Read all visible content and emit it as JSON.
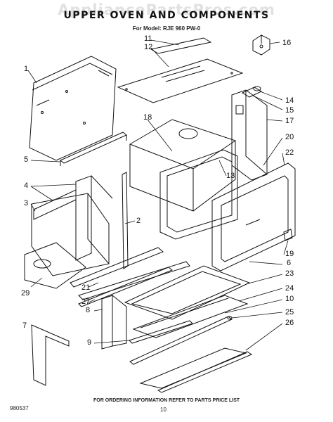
{
  "header": {
    "watermark": "AppliancePartsPros.com",
    "title": "UPPER OVEN AND COMPONENTS",
    "model_line": "For Model: RJE 960 PW-0"
  },
  "footer": {
    "ordering_note": "FOR ORDERING INFORMATION REFER TO PARTS PRICE LIST",
    "doc_number": "980537",
    "page_number": "10"
  },
  "callouts": [
    "1",
    "2",
    "3",
    "4",
    "5",
    "6",
    "7",
    "8",
    "9",
    "10",
    "11",
    "12",
    "13",
    "14",
    "15",
    "16",
    "17",
    "18",
    "19",
    "20",
    "21",
    "22",
    "23",
    "24",
    "25",
    "26",
    "27",
    "29"
  ]
}
